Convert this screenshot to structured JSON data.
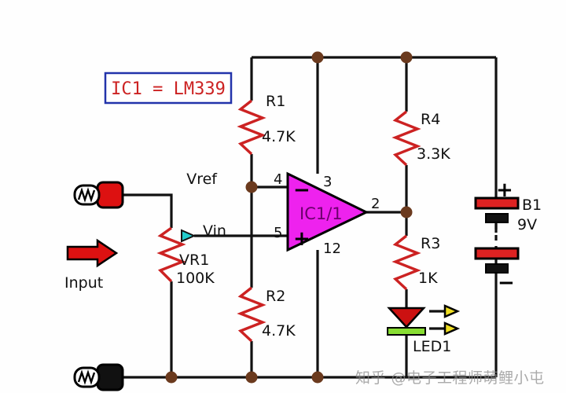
{
  "title_box": {
    "label": "IC1 = LM339",
    "border_color": "#2233aa",
    "text_color": "#cc2222"
  },
  "ic": {
    "designator": "IC1/1",
    "part": "LM339",
    "body_color": "#ee22ee",
    "pins": {
      "inverting": "4",
      "non_inverting": "5",
      "vcc": "3",
      "gnd": "12",
      "output": "2"
    },
    "minus_sign": "−",
    "plus_sign": "+"
  },
  "components": [
    {
      "ref": "R1",
      "value": "4.7K",
      "type": "resistor"
    },
    {
      "ref": "R2",
      "value": "4.7K",
      "type": "resistor"
    },
    {
      "ref": "R3",
      "value": "1K",
      "type": "resistor"
    },
    {
      "ref": "R4",
      "value": "3.3K",
      "type": "resistor"
    },
    {
      "ref": "VR1",
      "value": "100K",
      "type": "potentiometer"
    },
    {
      "ref": "LED1",
      "value": "",
      "type": "led"
    },
    {
      "ref": "B1",
      "value": "9V",
      "type": "battery"
    }
  ],
  "nets": {
    "vref": "Vref",
    "vin": "Vin"
  },
  "input": {
    "label": "Input",
    "arrow_color": "#dd1111"
  },
  "battery": {
    "ref": "B1",
    "value": "9V",
    "plus": "+",
    "minus": "−",
    "plate_color": "#dd2222"
  },
  "led": {
    "ref": "LED1",
    "body_color": "#cc1111",
    "bar_color": "#88dd33",
    "ray_color": "#eedd22"
  },
  "terminals": {
    "top_color": "#dd1111",
    "bottom_color": "#111111"
  },
  "watermark": {
    "text": "知乎 @电子工程师萌鲤小屯"
  },
  "colors": {
    "wire": "#111111",
    "resistor": "#cc2222",
    "junction": "#6b3a1e",
    "ic_fill": "#ee22ee",
    "wiper": "#22cccc"
  }
}
